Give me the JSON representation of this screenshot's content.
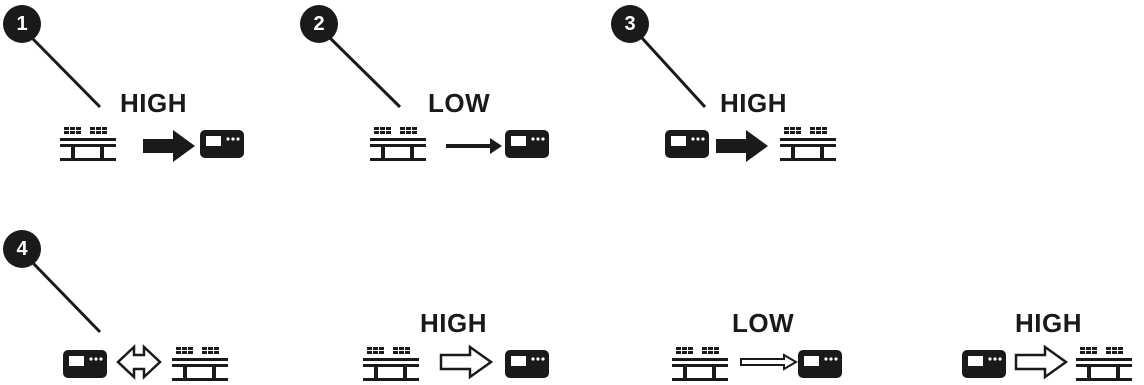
{
  "colors": {
    "ink": "#1a1a1a",
    "background": "#ffffff"
  },
  "steps": [
    {
      "badge": "1",
      "label": "HIGH",
      "sequence": [
        "solar-array",
        "filled-thick-arrow",
        "charger-unit"
      ]
    },
    {
      "badge": "2",
      "label": "LOW",
      "sequence": [
        "solar-array",
        "filled-thin-arrow",
        "charger-unit"
      ]
    },
    {
      "badge": "3",
      "label": "HIGH",
      "sequence": [
        "charger-unit",
        "filled-thick-arrow",
        "solar-array"
      ]
    },
    {
      "badge": "4",
      "label": "",
      "sequence": [
        "charger-unit",
        "outline-double-arrow",
        "solar-array"
      ]
    }
  ],
  "variants": [
    {
      "label": "HIGH",
      "sequence": [
        "solar-array",
        "outline-thick-arrow",
        "charger-unit"
      ]
    },
    {
      "label": "LOW",
      "sequence": [
        "solar-array",
        "outline-thin-arrow",
        "charger-unit"
      ]
    },
    {
      "label": "HIGH",
      "sequence": [
        "charger-unit",
        "outline-thick-arrow",
        "solar-array"
      ]
    }
  ]
}
